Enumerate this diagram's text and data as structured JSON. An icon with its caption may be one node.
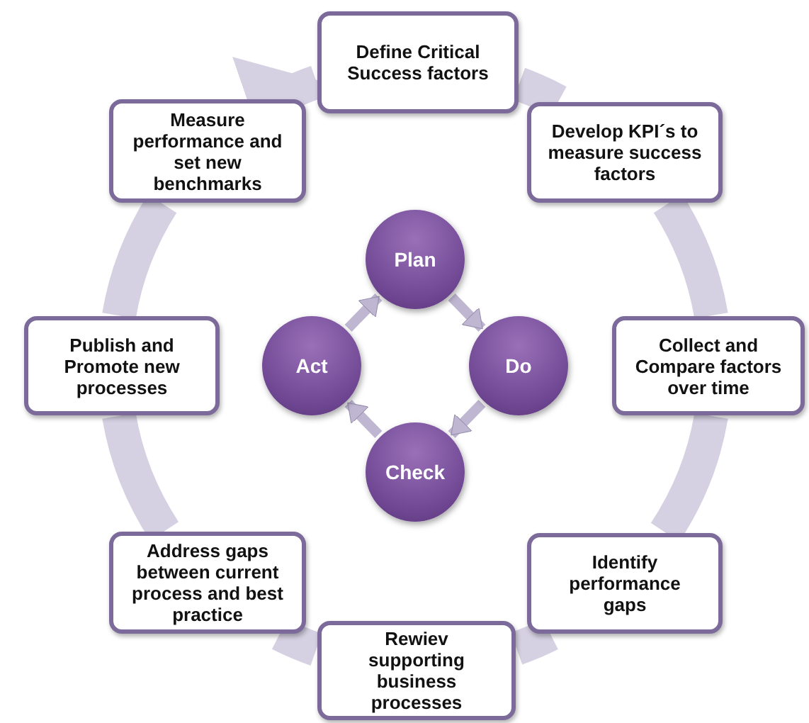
{
  "diagram": {
    "nodes": [
      {
        "text": [
          "Define Critical Success factors"
        ]
      },
      {
        "text": [
          "Develop KPI´s to measure success factors"
        ]
      },
      {
        "text": [
          "Collect and Compare factors over time"
        ]
      },
      {
        "text": [
          "Identify performance gaps"
        ]
      },
      {
        "text": [
          "Rewiev supporting business processes"
        ]
      },
      {
        "text": [
          "Address gaps between current process and best practice"
        ]
      },
      {
        "text": [
          "Publish and Promote new processes"
        ]
      },
      {
        "text": [
          "Measure performance and set new benchmarks"
        ]
      },
      {
        "text": [
          "Plan"
        ]
      },
      {
        "text": [
          "Do"
        ]
      },
      {
        "text": [
          "Check"
        ]
      },
      {
        "text": [
          "Act"
        ]
      }
    ],
    "edges": [
      {
        "from": 0,
        "to": 1,
        "arrow": "none",
        "color": "#d6d1e2"
      },
      {
        "from": 1,
        "to": 2,
        "arrow": "none",
        "color": "#d6d1e2"
      },
      {
        "from": 2,
        "to": 3,
        "arrow": "none",
        "color": "#d6d1e2"
      },
      {
        "from": 3,
        "to": 4,
        "arrow": "none",
        "color": "#d6d1e2"
      },
      {
        "from": 4,
        "to": 5,
        "arrow": "none",
        "color": "#d6d1e2"
      },
      {
        "from": 5,
        "to": 6,
        "arrow": "none",
        "color": "#d6d1e2"
      },
      {
        "from": 6,
        "to": 7,
        "arrow": "none",
        "color": "#d6d1e2"
      },
      {
        "from": 7,
        "to": 0,
        "arrow": "to",
        "color": "#d6d1e2"
      },
      {
        "from": 8,
        "to": 9,
        "arrow": "to",
        "color": "#bfb6d2"
      },
      {
        "from": 9,
        "to": 10,
        "arrow": "to",
        "color": "#bfb6d2"
      },
      {
        "from": 10,
        "to": 11,
        "arrow": "to",
        "color": "#bfb6d2"
      },
      {
        "from": 11,
        "to": 8,
        "arrow": "to",
        "color": "#bfb6d2"
      }
    ]
  }
}
